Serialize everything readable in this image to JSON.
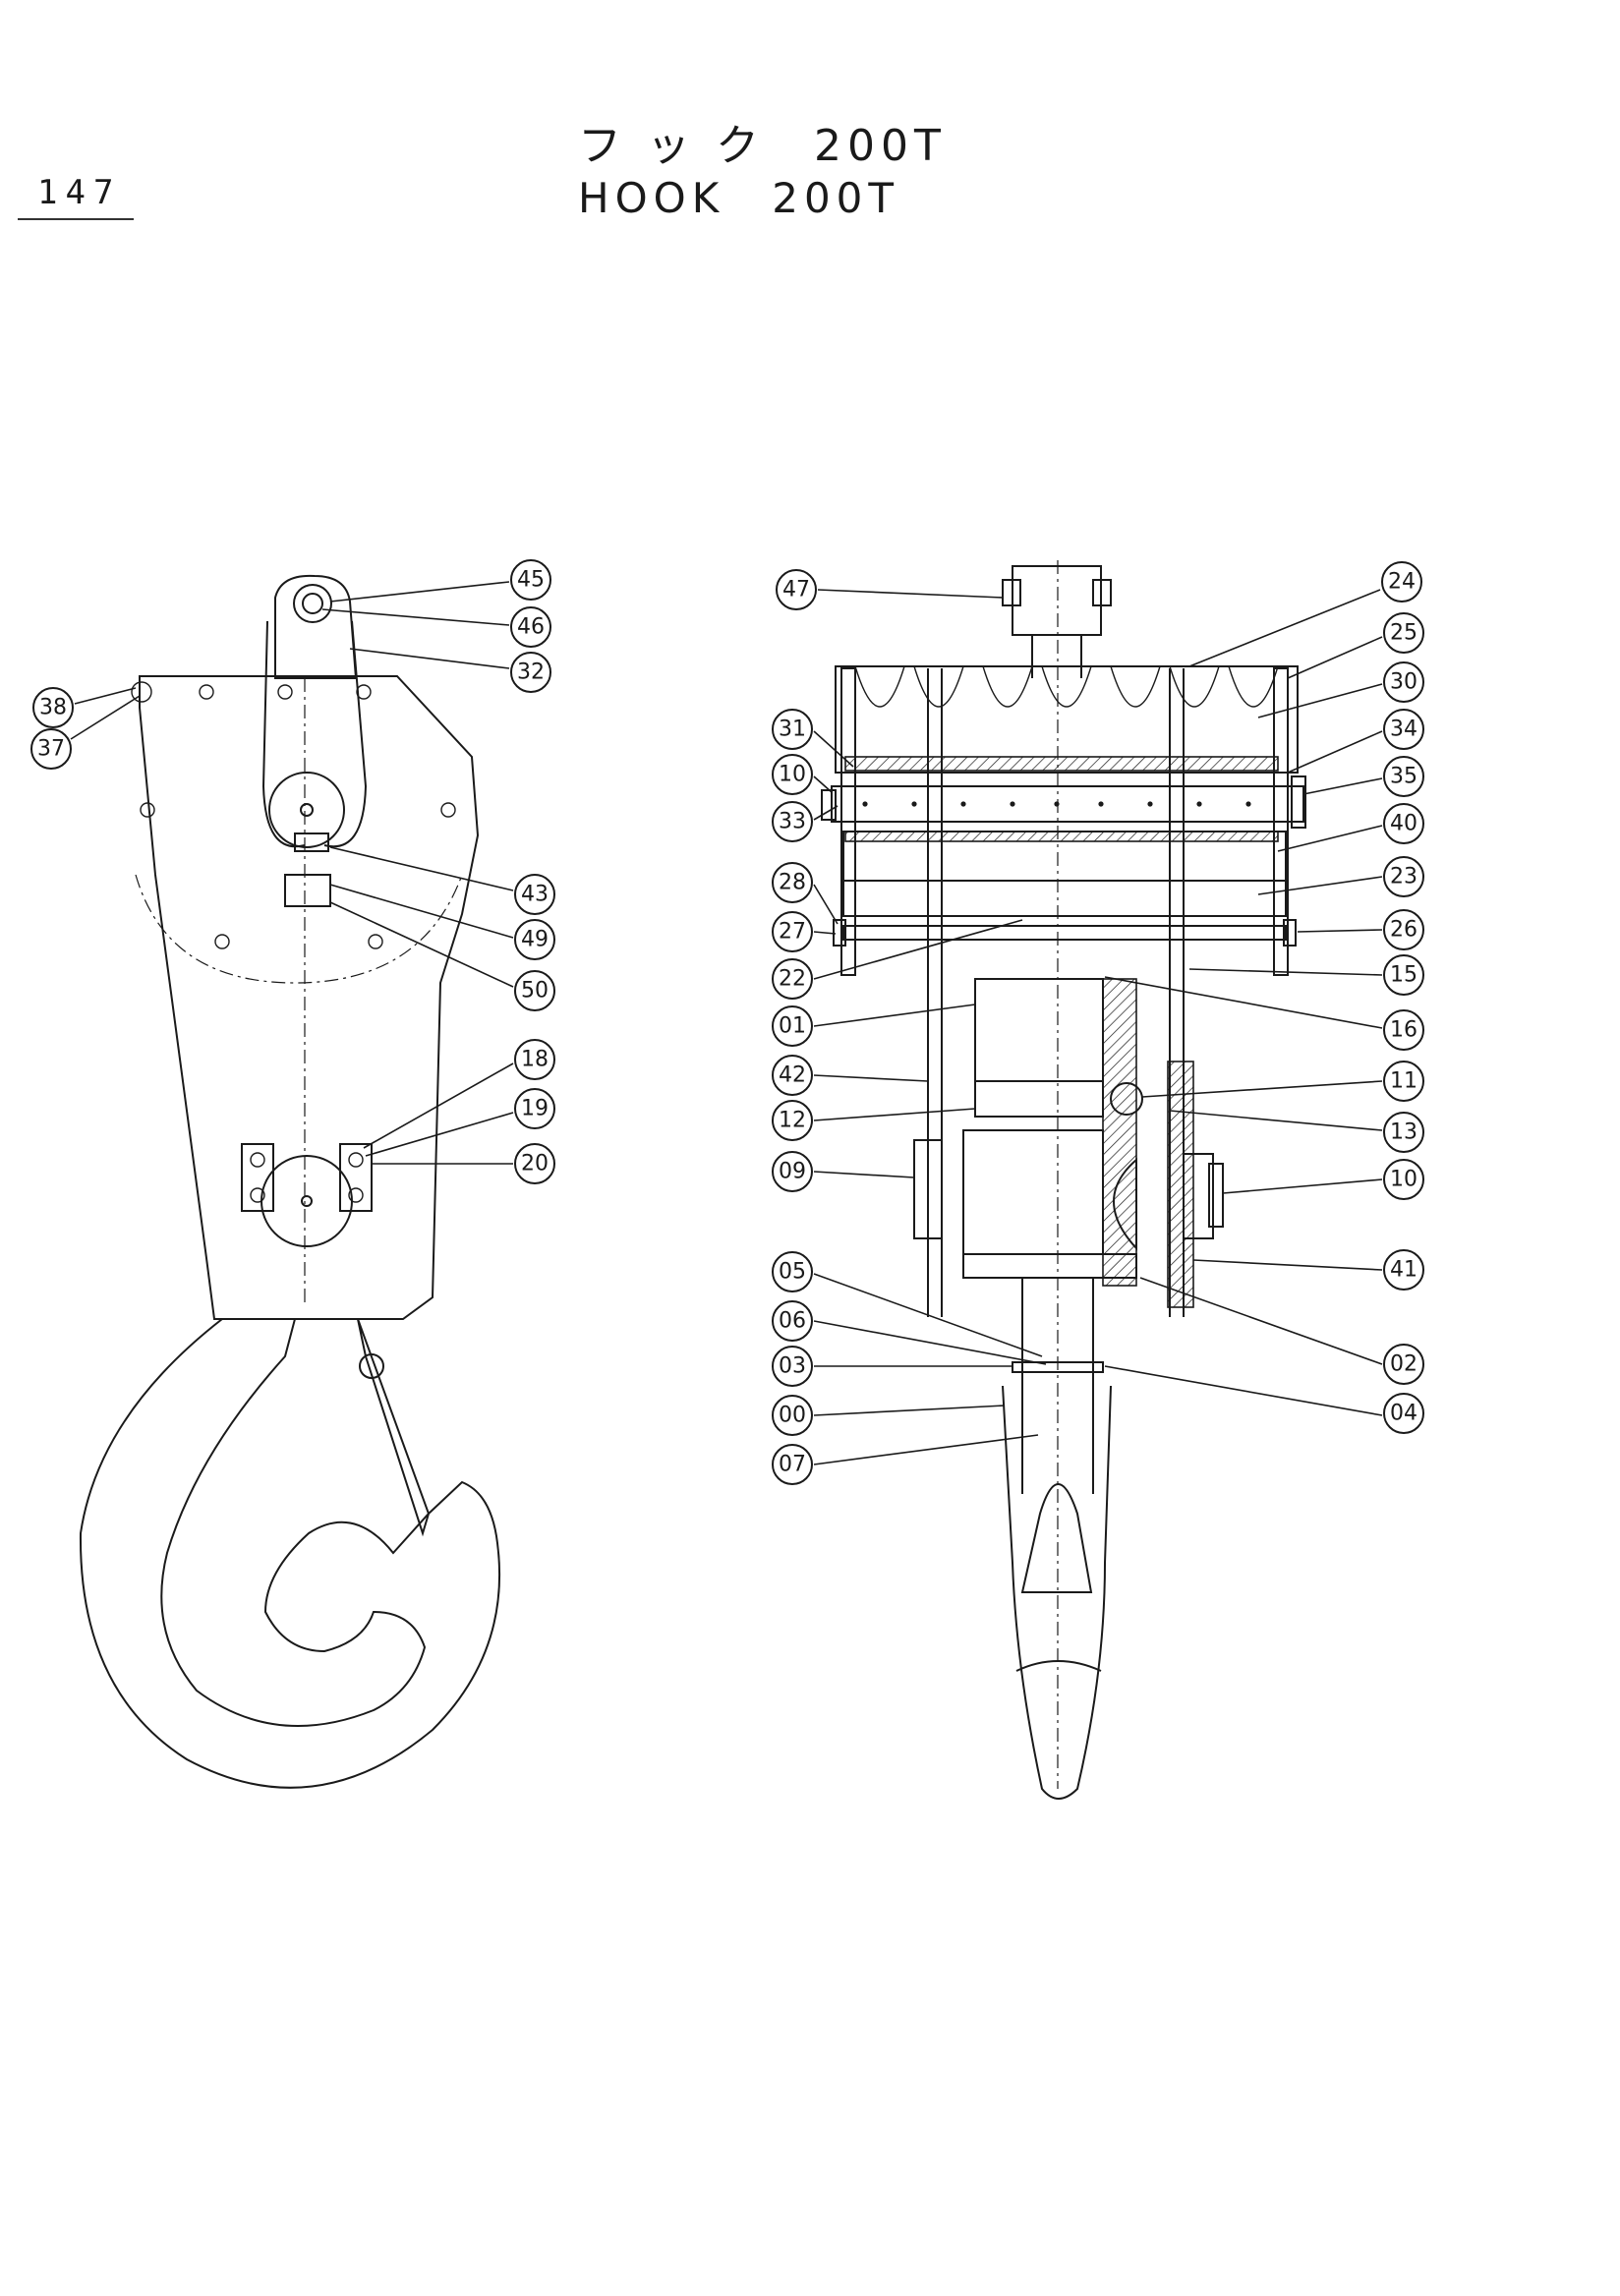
{
  "header": {
    "page_number": "147",
    "title_jp": "フ ッ ク　200T",
    "title_en": "HOOK　200T"
  },
  "callouts": [
    "45",
    "46",
    "32",
    "38",
    "37",
    "43",
    "49",
    "50",
    "18",
    "19",
    "20",
    "47",
    "24",
    "25",
    "30",
    "31",
    "10",
    "33",
    "34",
    "35",
    "40",
    "28",
    "23",
    "27",
    "26",
    "22",
    "15",
    "01",
    "16",
    "42",
    "11",
    "12",
    "13",
    "09",
    "10",
    "41",
    "05",
    "06",
    "03",
    "02",
    "00",
    "04",
    "07"
  ]
}
